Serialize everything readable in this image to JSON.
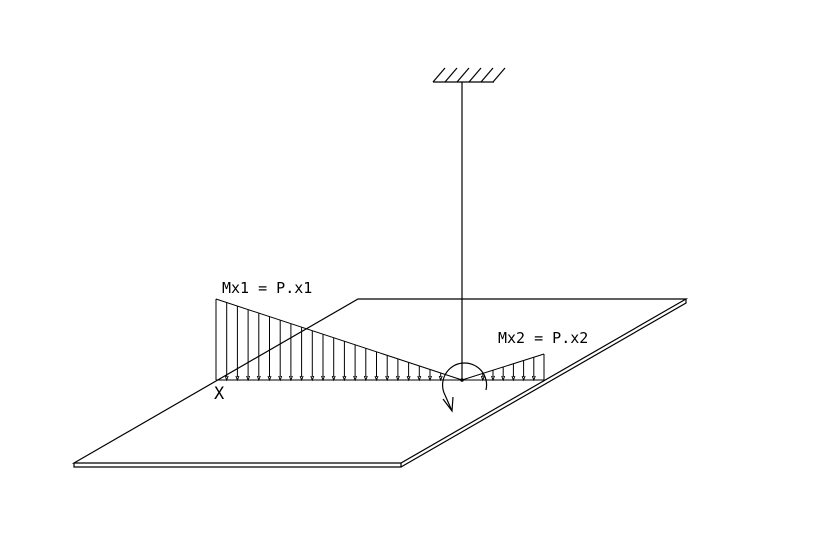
{
  "labels": {
    "mx1": "Mx1 = P.x1",
    "mx2": "Mx2 = P.x2",
    "x": "X"
  },
  "colors": {
    "line": "#000000",
    "background": "#ffffff"
  }
}
